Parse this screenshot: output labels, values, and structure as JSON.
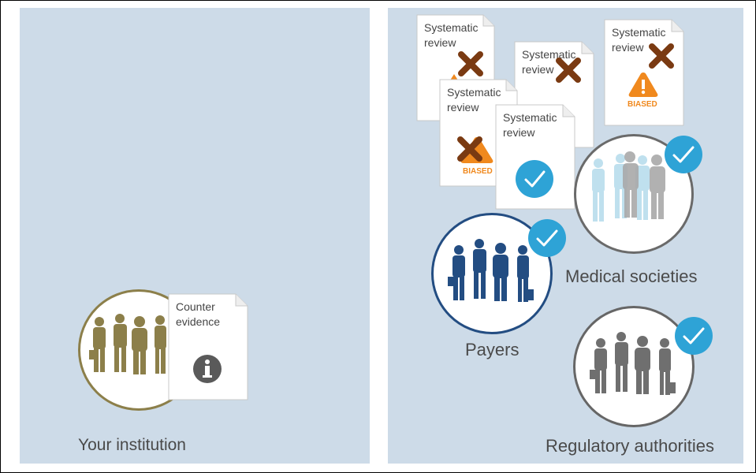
{
  "left_panel": {
    "group_label": "Your institution",
    "document": {
      "line1": "Counter",
      "line2": "evidence",
      "icon": "info-icon"
    }
  },
  "right_panel": {
    "documents": [
      {
        "line1": "Systematic",
        "line2": "review",
        "status": "rejected",
        "warning": true
      },
      {
        "line1": "Systematic",
        "line2": "review",
        "status": "rejected",
        "warning": false
      },
      {
        "line1": "Systematic",
        "line2": "review",
        "status": "rejected",
        "warning": true,
        "badge_text": "BIASED"
      },
      {
        "line1": "Systematic",
        "line2": "review",
        "status": "rejected",
        "warning": true,
        "badge_text": "BIASED"
      },
      {
        "line1": "Systematic",
        "line2": "review",
        "status": "accepted"
      }
    ],
    "groups": [
      {
        "label": "Medical societies",
        "accepted": true
      },
      {
        "label": "Payers",
        "accepted": true
      },
      {
        "label": "Regulatory authorities",
        "accepted": true
      }
    ]
  },
  "colors": {
    "panel_bg": "#cddbe8",
    "institution": "#8c7f4a",
    "payers": "#234d82",
    "medical_societies": "#a9d4e5",
    "regulatory": "#6f6f6f",
    "check_badge": "#2ea3d6",
    "reject_x": "#7a3a12",
    "warning": "#f0891e"
  }
}
